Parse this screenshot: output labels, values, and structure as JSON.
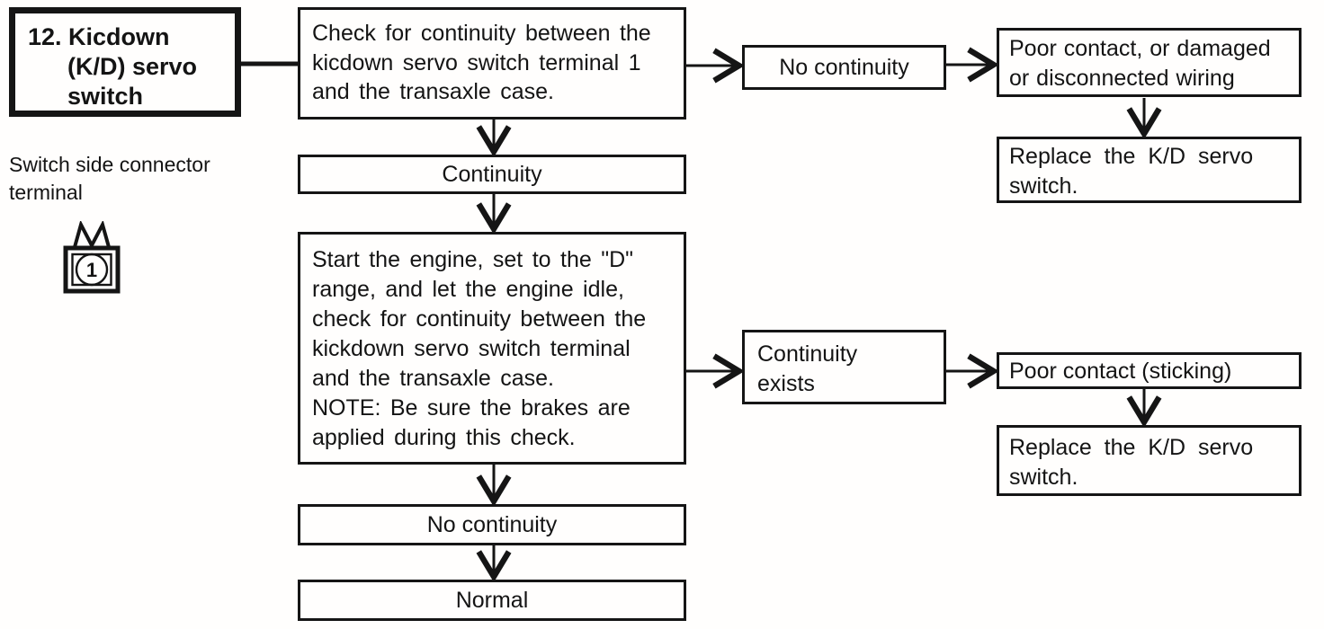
{
  "flowchart": {
    "step_title": {
      "lines": [
        "12. Kicdown",
        "(K/D) servo",
        "switch"
      ]
    },
    "connector_note": {
      "label_lines": [
        "Switch side connector",
        "terminal"
      ],
      "terminal_number": "1"
    },
    "nodes": {
      "check_continuity": {
        "lines": [
          "Check for continuity between the",
          "kicdown servo switch terminal 1",
          "and the transaxle case."
        ]
      },
      "result_no_continuity_top": {
        "label": "No continuity"
      },
      "cause_poor_contact_wiring": {
        "lines": [
          "Poor contact, or damaged",
          "or disconnected wiring"
        ]
      },
      "action_replace_top": {
        "lines": [
          "Replace the K/D servo",
          "switch."
        ]
      },
      "result_continuity": {
        "label": "Continuity"
      },
      "check_engine_idle": {
        "lines": [
          "Start the engine, set to the \"D\"",
          "range, and let the engine idle,",
          "check for continuity between the",
          "kickdown servo switch terminal",
          "and the transaxle case.",
          "NOTE: Be sure the brakes are",
          "applied during this check."
        ]
      },
      "result_continuity_exists": {
        "lines": [
          "Continuity",
          "exists"
        ]
      },
      "cause_poor_contact_sticking": {
        "label": "Poor contact (sticking)"
      },
      "action_replace_bottom": {
        "lines": [
          "Replace the K/D servo",
          "switch."
        ]
      },
      "result_no_continuity_bottom": {
        "label": "No continuity"
      },
      "result_normal": {
        "label": "Normal"
      }
    },
    "colors": {
      "ink": "#151515",
      "paper": "#fffefd"
    }
  }
}
